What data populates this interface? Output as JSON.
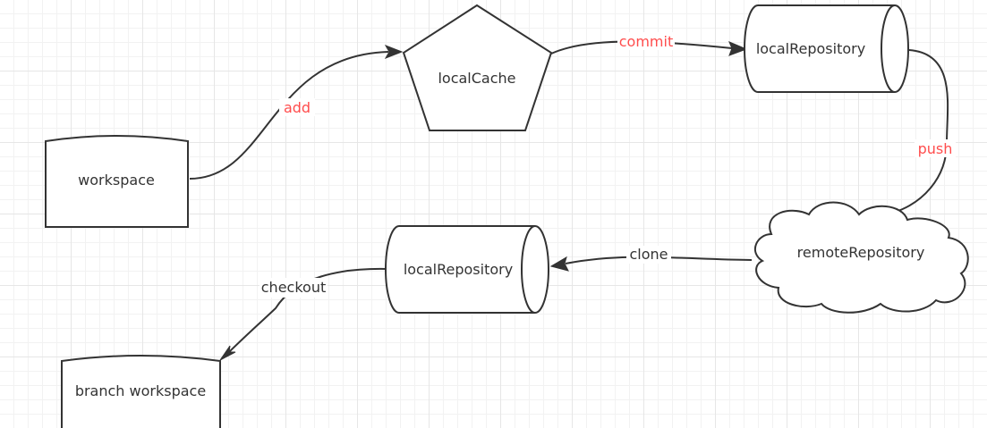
{
  "colors": {
    "shape_stroke": "#333333",
    "node_text": "#333333",
    "edge_label_accent": "#ff4d4d",
    "edge_label_plain": "#333333",
    "grid_major": "#e6e6e6",
    "grid_minor": "#f2f2f2",
    "background": "#ffffff"
  },
  "nodes": {
    "workspace": {
      "label": "workspace",
      "shape": "card"
    },
    "local_cache": {
      "label": "localCache",
      "shape": "pentagon"
    },
    "local_repository_top": {
      "label": "localRepository",
      "shape": "horizontal-cylinder"
    },
    "remote_repository": {
      "label": "remoteRepository",
      "shape": "cloud"
    },
    "local_repository_bottom": {
      "label": "localRepository",
      "shape": "horizontal-cylinder"
    },
    "branch_workspace": {
      "label": "branch workspace",
      "shape": "card"
    }
  },
  "edges": {
    "add": {
      "label": "add",
      "from": "workspace",
      "to": "localCache"
    },
    "commit": {
      "label": "commit",
      "from": "localCache",
      "to": "localRepository"
    },
    "push": {
      "label": "push",
      "from": "localRepository",
      "to": "remoteRepository"
    },
    "clone": {
      "label": "clone",
      "from": "remoteRepository",
      "to": "localRepository"
    },
    "checkout": {
      "label": "checkout",
      "from": "localRepository",
      "to": "branch workspace"
    }
  }
}
